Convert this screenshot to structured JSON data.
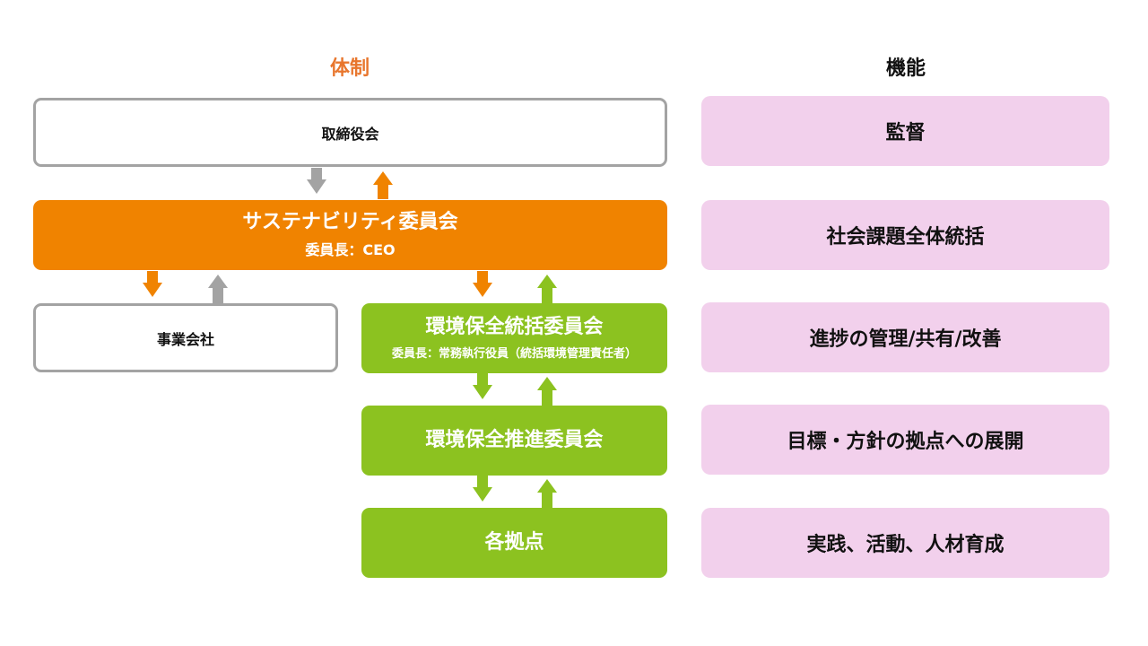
{
  "headers": {
    "structure": "体制",
    "function": "機能"
  },
  "structure": {
    "board": "取締役会",
    "sustainability": {
      "title": "サステナビリティ委員会",
      "chair": "委員長：CEO"
    },
    "group_companies": "事業会社",
    "env_overall": {
      "title": "環境保全統括委員会",
      "chair": "委員長：常務執行役員（統括環境管理責任者）"
    },
    "env_promotion": "環境保全推進委員会",
    "sites": "各拠点"
  },
  "functions": [
    "監督",
    "社会課題全体統括",
    "進捗の管理/共有/改善",
    "目標・方針の拠点への展開",
    "実践、活動、人材育成"
  ],
  "colors": {
    "orange": "#f08300",
    "green": "#8cc220",
    "gray": "#a3a3a3",
    "pink": "#f2d0ec",
    "header_orange": "#e8762d"
  }
}
